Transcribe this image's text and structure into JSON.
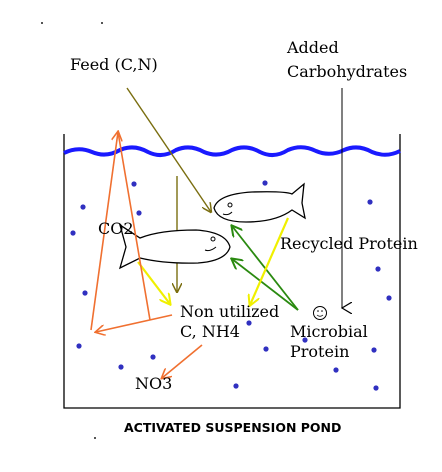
{
  "title": "ACTIVATED SUSPENSION POND",
  "labels": {
    "feed": "Feed (C,N)",
    "added_line1": "Added",
    "added_line2": "Carbohydrates",
    "co2": "CO2",
    "recycled": "Recycled Protein",
    "non_utilized_line1": "Non utilized",
    "non_utilized_line2": "C, NH4",
    "microbial_line1": "Microbial",
    "microbial_line2": "Protein",
    "no3": "NO3"
  },
  "colors": {
    "water_surface": "#1a1aff",
    "feed_arrows": "#7a6e10",
    "uptake_arrows": "#f0f000",
    "recycle_arrow": "#2a8a10",
    "nitrogen_arrows": "#f07030",
    "bubbles": "#3030c0"
  },
  "icons": [
    "fish-icon",
    "microbe-icon",
    "bubble-icon"
  ]
}
